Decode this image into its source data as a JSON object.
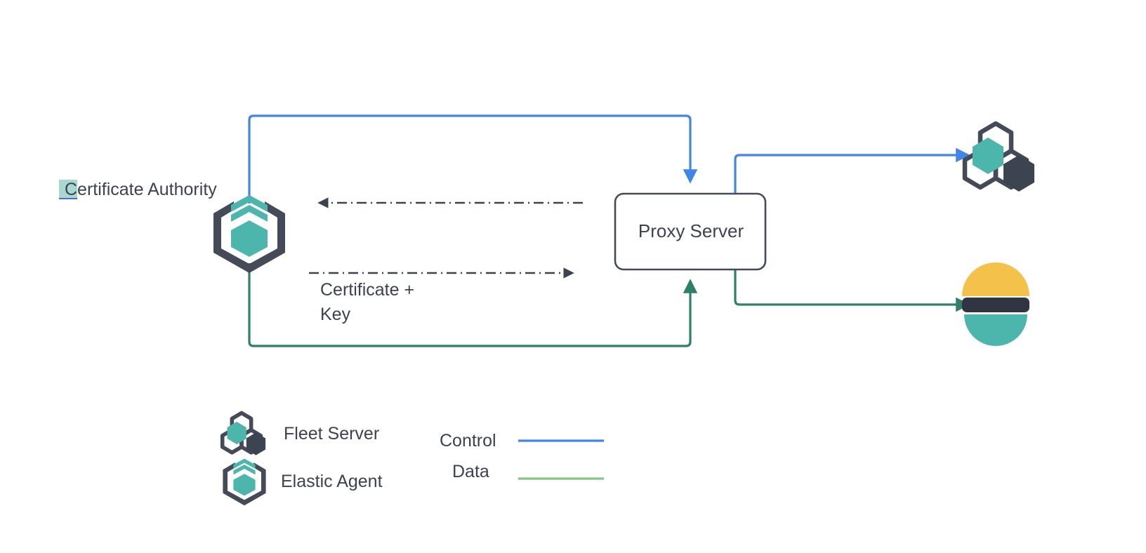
{
  "diagram": {
    "title": "Elastic Agent proxy server certificate flow",
    "background": "#ffffff"
  },
  "colors": {
    "control_line": "#4285e8",
    "data_line": "#2e8168",
    "legend_data_line": "#85c77f",
    "dashed_line": "#6b7280",
    "node_stroke": "#454a58",
    "text": "#3d4251",
    "teal": "#4db6ac",
    "dark_slate": "#3d4451",
    "elastic_yellow": "#f4c14b",
    "elastic_teal": "#4db6ac",
    "elastic_dark": "#2f3542",
    "highlight": "#a8d8d0",
    "highlight_underline": "#4a6fd4"
  },
  "nodes": {
    "certificate_authority": {
      "label": "Certificate Authority",
      "icon": "elastic-agent-icon",
      "highlighted_prefix": "C"
    },
    "proxy_server": {
      "label": "Proxy Server",
      "shape": "rounded-rectangle"
    },
    "fleet_server": {
      "label": "",
      "icon": "fleet-server-icon"
    },
    "elasticsearch": {
      "label": "",
      "icon": "elasticsearch-icon"
    }
  },
  "edges": [
    {
      "name": "agent-to-proxy-control",
      "from": "certificate_authority",
      "to": "proxy_server",
      "type": "control",
      "style": "solid",
      "color": "#4285e8",
      "arrow": "end"
    },
    {
      "name": "agent-to-proxy-data",
      "from": "certificate_authority",
      "to": "proxy_server",
      "type": "data",
      "style": "solid",
      "color": "#2e8168",
      "arrow": "end"
    },
    {
      "name": "proxy-to-fleet-control",
      "from": "proxy_server",
      "to": "fleet_server",
      "type": "control",
      "style": "solid",
      "color": "#4285e8",
      "arrow": "end"
    },
    {
      "name": "proxy-to-elasticsearch-data",
      "from": "proxy_server",
      "to": "elasticsearch",
      "type": "data",
      "style": "solid",
      "color": "#2e8168",
      "arrow": "end"
    },
    {
      "name": "proxy-to-ca-request",
      "from": "proxy_server",
      "to": "certificate_authority",
      "type": "certificate-request",
      "style": "dash-dot",
      "color": "#6b7280",
      "arrow": "end",
      "label": ""
    },
    {
      "name": "ca-to-proxy-certificate",
      "from": "certificate_authority",
      "to": "proxy_server",
      "type": "certificate-delivery",
      "style": "dash-dot",
      "color": "#6b7280",
      "arrow": "end",
      "label_line1": "Certificate +",
      "label_line2": "Key"
    }
  ],
  "edge_labels": {
    "certificate_key_line1": "Certificate +",
    "certificate_key_line2": "Key"
  },
  "legend": {
    "items": [
      {
        "label": "Fleet Server",
        "icon": "fleet-server-icon"
      },
      {
        "label": "Elastic Agent",
        "icon": "elastic-agent-icon"
      }
    ],
    "lines": [
      {
        "label": "Control",
        "color": "#4285e8"
      },
      {
        "label": "Data",
        "color": "#85c77f"
      }
    ]
  }
}
